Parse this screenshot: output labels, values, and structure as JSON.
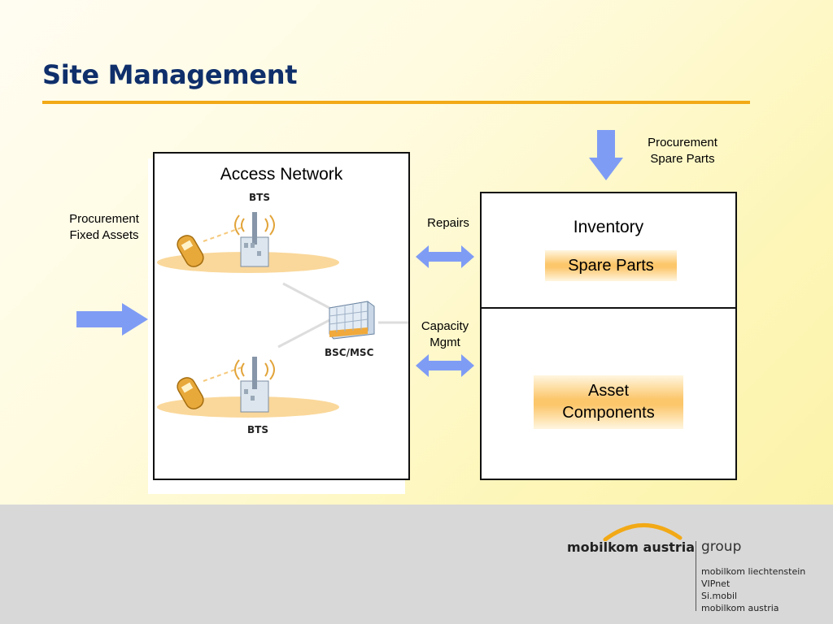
{
  "slide": {
    "title": "Site Management"
  },
  "labels": {
    "procurement_fixed_assets": [
      "Procurement",
      "Fixed Assets"
    ],
    "procurement_spare_parts": [
      "Procurement",
      "Spare Parts"
    ],
    "repairs": "Repairs",
    "capacity_mgmt": [
      "Capacity",
      "Mgmt"
    ]
  },
  "access_network": {
    "title": "Access Network",
    "bts_top": "BTS",
    "bts_bottom": "BTS",
    "bsc_msc": "BSC/MSC"
  },
  "inventory": {
    "title": "Inventory",
    "spare_parts": "Spare Parts"
  },
  "assets": {
    "asset_components": [
      "Asset",
      "Components"
    ]
  },
  "footer": {
    "brand": "mobilkom austria",
    "group": "group",
    "members": [
      "mobilkom liechtenstein",
      "VIPnet",
      "Si.mobil",
      "mobilkom austria"
    ]
  },
  "colors": {
    "title": "#0f2f6b",
    "rule": "#f2a916",
    "arrow": "#7f9cf5",
    "highlight": "#fcc66a"
  }
}
